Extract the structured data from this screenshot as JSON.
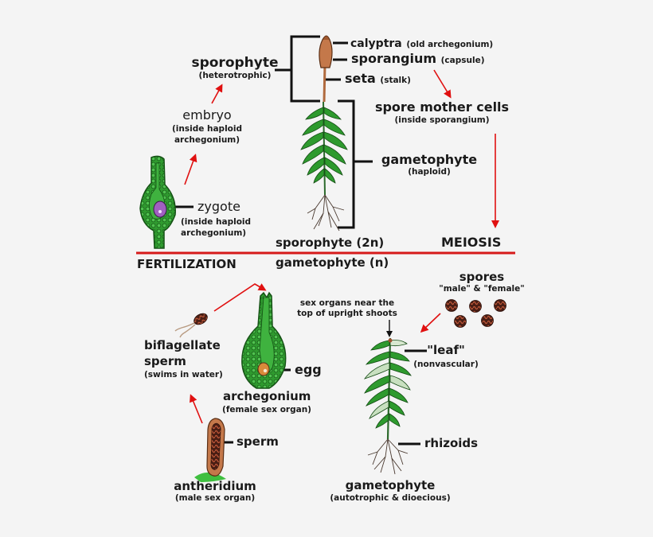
{
  "colors": {
    "background": "#f4f4f4",
    "text": "#1a1a1a",
    "arrow": "#e01010",
    "divider": "#d61a1a",
    "leaf_green": "#2e9a2e",
    "leaf_dark": "#1d6b1d",
    "capsule_brown": "#c4784a",
    "spore_dark": "#3a1a12",
    "zygote_purple": "#a060c0",
    "egg_orange": "#d98a3a"
  },
  "divider": {
    "left_label": "FERTILIZATION",
    "right_label": "MEIOSIS",
    "upper_phase": "sporophyte (2n)",
    "lower_phase": "gametophyte (n)"
  },
  "sporophyte_section": {
    "sporophyte": {
      "title": "sporophyte",
      "subtitle": "(heterotrophic)"
    },
    "calyptra": {
      "title": "calyptra",
      "subtitle": "(old archegonium)"
    },
    "sporangium": {
      "title": "sporangium",
      "subtitle": "(capsule)"
    },
    "seta": {
      "title": "seta",
      "subtitle": "(stalk)"
    },
    "spore_mother_cells": {
      "title": "spore mother cells",
      "subtitle": "(inside sporangium)"
    },
    "gametophyte": {
      "title": "gametophyte",
      "subtitle": "(haploid)"
    },
    "embryo": {
      "title": "embryo",
      "subtitle_line1": "(inside haploid",
      "subtitle_line2": "archegonium)"
    },
    "zygote": {
      "title": "zygote",
      "subtitle_line1": "(inside haploid",
      "subtitle_line2": "archegonium)"
    }
  },
  "gametophyte_section": {
    "spores": {
      "title": "spores",
      "subtitle": "\"male\" & \"female\""
    },
    "sex_organs_note": {
      "line1": "sex organs near the",
      "line2": "top of upright shoots"
    },
    "leaf": {
      "title": "\"leaf\"",
      "subtitle": "(nonvascular)"
    },
    "rhizoids": {
      "title": "rhizoids"
    },
    "gametophyte": {
      "title": "gametophyte",
      "subtitle": "(autotrophic & dioecious)"
    },
    "biflagellate_sperm": {
      "line1": "biflagellate",
      "line2": "sperm",
      "subtitle": "(swims in water)"
    },
    "egg": {
      "title": "egg"
    },
    "archegonium": {
      "title": "archegonium",
      "subtitle": "(female sex organ)"
    },
    "sperm": {
      "title": "sperm"
    },
    "antheridium": {
      "title": "antheridium",
      "subtitle": "(male sex organ)"
    }
  }
}
